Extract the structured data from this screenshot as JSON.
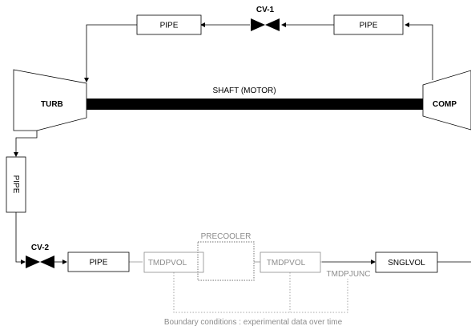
{
  "components": {
    "pipe_top_left": "PIPE",
    "pipe_top_right": "PIPE",
    "cv1": "CV-1",
    "turb": "TURB",
    "comp": "COMP",
    "shaft": "SHAFT (MOTOR)",
    "pipe_vertical": "PIPE",
    "cv2": "CV-2",
    "pipe_bottom": "PIPE",
    "tmdpvol_left": "TMDPVOL",
    "precooler": "PRECOOLER",
    "tmdpvol_right": "TMDPVOL",
    "tmdpjunc": "TMDPJUNC",
    "snglvol": "SNGLVOL",
    "boundary_note": "Boundary conditions : experimental data over time"
  },
  "colors": {
    "line": "#000000",
    "grey": "#8c8c8c",
    "background": "#ffffff"
  }
}
